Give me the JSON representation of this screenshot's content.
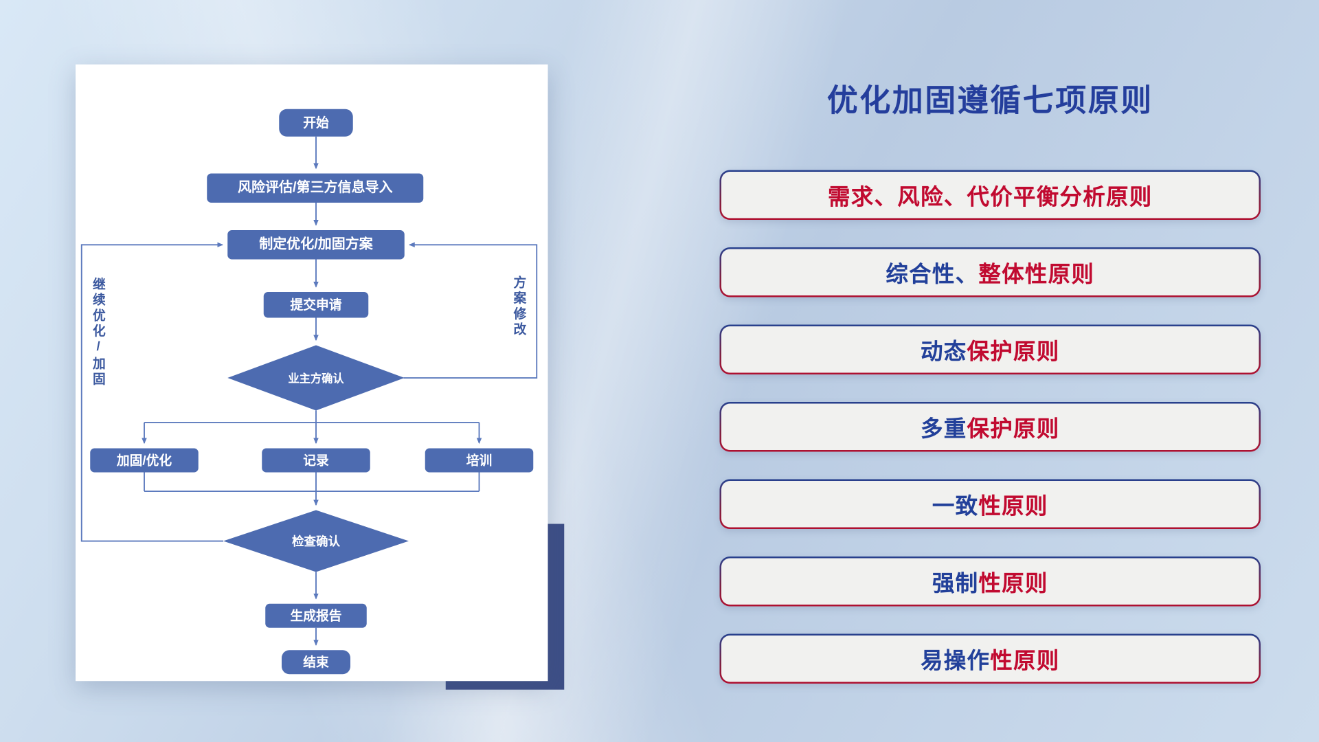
{
  "flowchart": {
    "nodes": {
      "start": "开始",
      "risk": "风险评估/第三方信息导入",
      "plan": "制定优化/加固方案",
      "submit": "提交申请",
      "owner_confirm": "业主方确认",
      "reinforce": "加固/优化",
      "record": "记录",
      "training": "培训",
      "check_confirm": "检查确认",
      "report": "生成报告",
      "end": "结束"
    },
    "edge_labels": {
      "continue": "继续优化/加固",
      "revise": "方案修改"
    },
    "colors": {
      "node_fill": "#4d6bb0",
      "line": "#5b79bd"
    }
  },
  "panel": {
    "title": "优化加固遵循七项原则",
    "colors": {
      "navy": "#22409a",
      "red": "#c10a30"
    },
    "principles": [
      {
        "segments": [
          {
            "text": "需求、风险、代价平衡分析原则",
            "color": "red"
          }
        ]
      },
      {
        "segments": [
          {
            "text": "综合性、",
            "color": "navy"
          },
          {
            "text": "整体性原则",
            "color": "red"
          }
        ]
      },
      {
        "segments": [
          {
            "text": "动态",
            "color": "navy"
          },
          {
            "text": "保护原则",
            "color": "red"
          }
        ]
      },
      {
        "segments": [
          {
            "text": "多重",
            "color": "navy"
          },
          {
            "text": "保护原则",
            "color": "red"
          }
        ]
      },
      {
        "segments": [
          {
            "text": "一致",
            "color": "navy"
          },
          {
            "text": "性原则",
            "color": "red"
          }
        ]
      },
      {
        "segments": [
          {
            "text": "强制",
            "color": "navy"
          },
          {
            "text": "性原则",
            "color": "red"
          }
        ]
      },
      {
        "segments": [
          {
            "text": "易操作",
            "color": "navy"
          },
          {
            "text": "性原则",
            "color": "red"
          }
        ]
      }
    ]
  }
}
